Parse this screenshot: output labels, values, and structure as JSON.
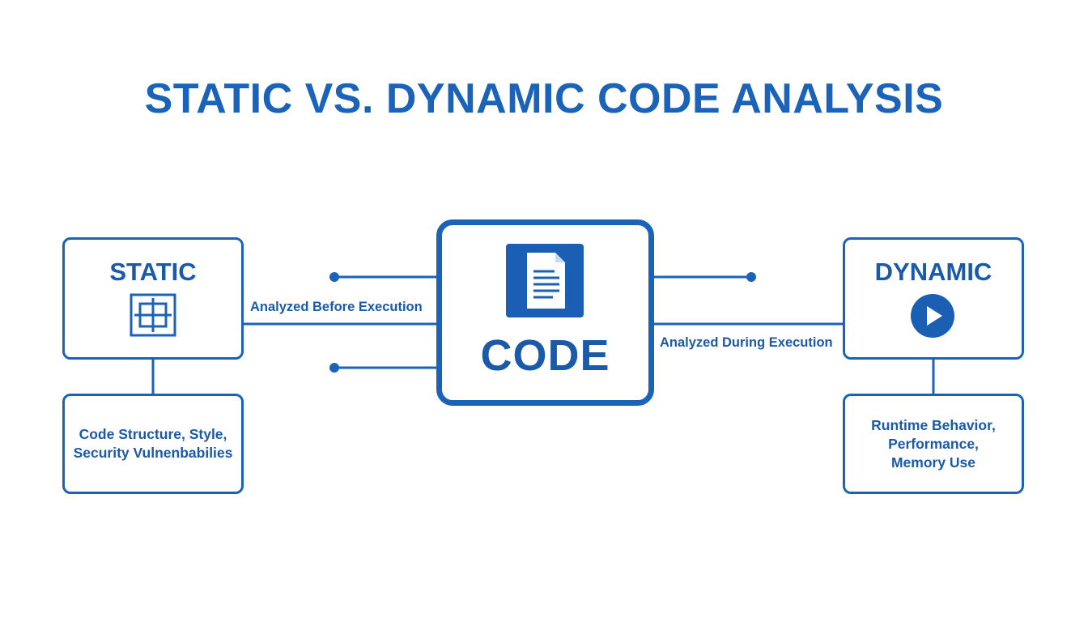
{
  "title": "STATIC VS. DYNAMIC CODE ANALYSIS",
  "static": {
    "title": "STATIC",
    "description_line1": "Code Structure, Style,",
    "description_line2": "Security Vulnenbabilies",
    "connector_label": "Analyzed Before Execution",
    "icon": "grid-icon"
  },
  "center": {
    "label": "CODE",
    "icon": "document-icon"
  },
  "dynamic": {
    "title": "DYNAMIC",
    "description_line1": "Runtime Behavior,",
    "description_line2": "Performance,",
    "description_line3": "Memory Use",
    "connector_label": "Analyzed During Execution",
    "icon": "play-icon"
  },
  "colors": {
    "primary": "#1a63b8",
    "text": "#1a5aa8",
    "background": "#ffffff"
  }
}
